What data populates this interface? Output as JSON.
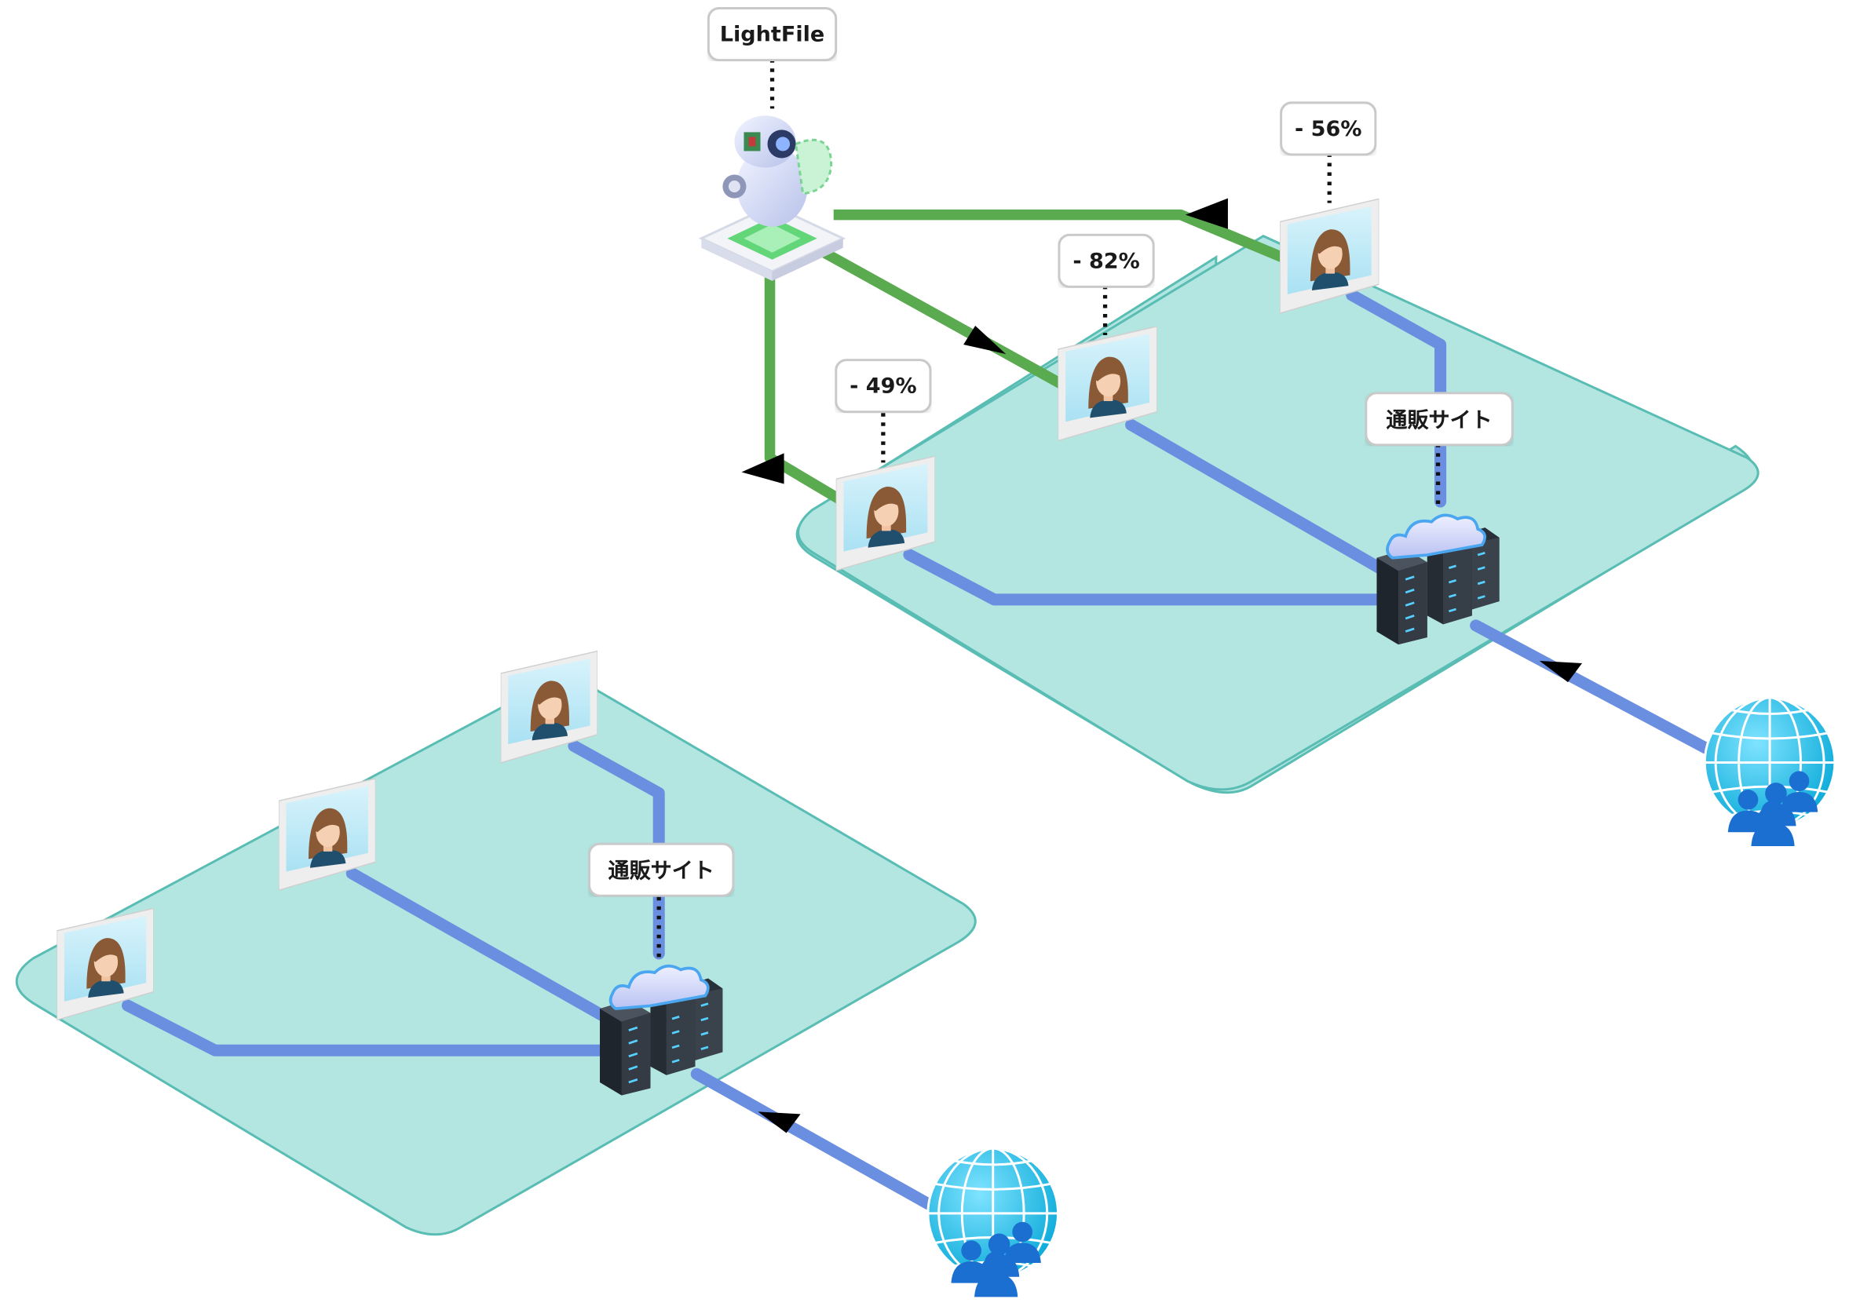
{
  "diagram": {
    "top_section": {
      "robot_label": "LightFile",
      "site_label": "通販サイト",
      "reductions": [
        "- 49%",
        "- 82%",
        "- 56%"
      ]
    },
    "bottom_section": {
      "site_label": "通販サイト"
    },
    "colors": {
      "platform": "#b3e5e1",
      "platform_edge": "#59bdb4",
      "blue_connection": "#6a8ee0",
      "green_connection": "#5aaa50",
      "arrowhead": "#000000",
      "globe": "#11bde9",
      "server": "#2a3038"
    },
    "icons": [
      "robot-icon",
      "server-rack-icon",
      "cloud-icon",
      "globe-icon",
      "users-icon",
      "photo-frame-icon"
    ]
  }
}
